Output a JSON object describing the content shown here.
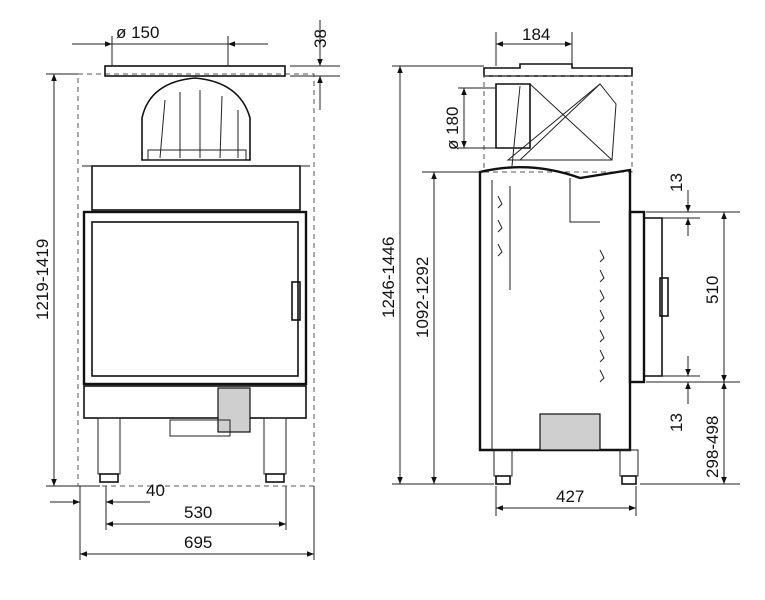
{
  "front_view": {
    "flue_diameter_label": "ø 150",
    "top_offset_label": "38",
    "total_height_label": "1219-1419",
    "foot_offset_label": "40",
    "door_width_label": "530",
    "total_width_label": "695"
  },
  "side_view": {
    "flue_offset_label": "184",
    "side_flue_diameter_label": "ø 180",
    "total_height_label": "1246-1446",
    "body_height_label": "1092-1292",
    "top_gap_label": "13",
    "door_height_label": "510",
    "bottom_gap_label": "13",
    "door_elevation_label": "298-498",
    "depth_label": "427"
  }
}
